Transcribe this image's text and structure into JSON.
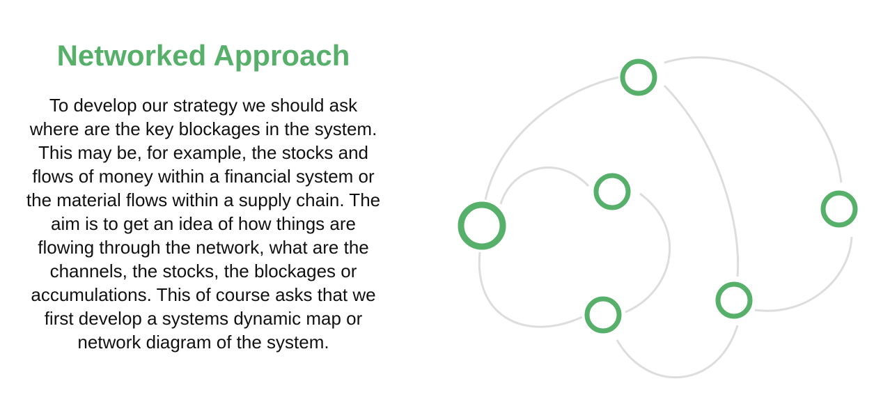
{
  "slide": {
    "title": "Networked Approach",
    "body_lines": [
      "To develop our strategy we should ask",
      "where are the key blockages in the system.",
      "This may be, for example, the stocks and",
      "flows of money within a financial system or",
      "the material flows within a supply chain. The",
      "aim is to get an idea of how things are",
      "flowing through the network, what are the",
      "channels, the stocks, the blockages or",
      "accumulations. This of course asks that we",
      "first develop a systems dynamic map or",
      "network diagram of the system."
    ]
  },
  "colors": {
    "accent": "#57b06a",
    "edge": "#dddddd"
  }
}
